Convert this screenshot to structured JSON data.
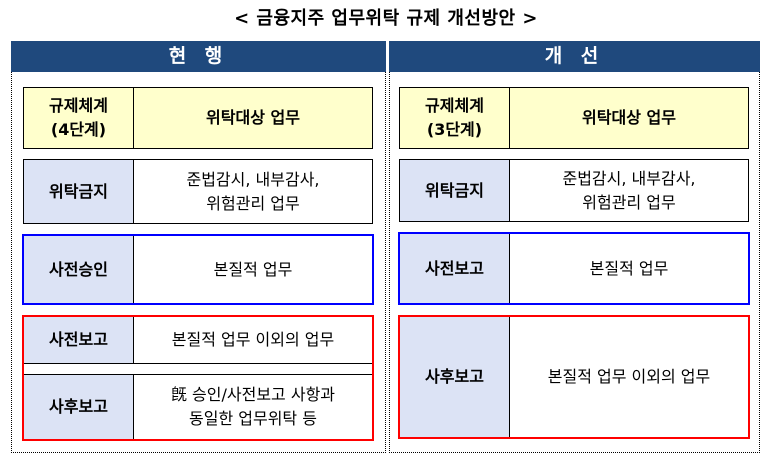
{
  "title": "< 금융지주 업무위탁 규제 개선방안 >",
  "colors": {
    "header_bg": "#1F497D",
    "header_text": "#FFFFFF",
    "table_header_bg": "#FFFFCC",
    "category_bg": "#DCE3F5",
    "blue_border": "#0000FF",
    "red_border": "#FF0000"
  },
  "current": {
    "header": "현 행",
    "table_header": {
      "col1": "규제체계\n(4단계)",
      "col2": "위탁대상 업무"
    },
    "rows": [
      {
        "category": "위탁금지",
        "description": "준법감시, 내부감사,\n위험관리 업무",
        "group": "none"
      },
      {
        "category": "사전승인",
        "description": "본질적 업무",
        "group": "blue"
      },
      {
        "category": "사전보고",
        "description": "본질적 업무 이외의 업무",
        "group": "red"
      },
      {
        "category": "사후보고",
        "description": "旣 승인/사전보고 사항과\n동일한 업무위탁 등",
        "group": "red"
      }
    ]
  },
  "improved": {
    "header": "개 선",
    "table_header": {
      "col1": "규제체계\n(3단계)",
      "col2": "위탁대상 업무"
    },
    "rows": [
      {
        "category": "위탁금지",
        "description": "준법감시, 내부감사,\n위험관리 업무",
        "group": "none"
      },
      {
        "category": "사전보고",
        "description": "본질적 업무",
        "group": "blue"
      },
      {
        "category": "사후보고",
        "description": "본질적 업무 이외의 업무",
        "group": "red"
      }
    ]
  }
}
